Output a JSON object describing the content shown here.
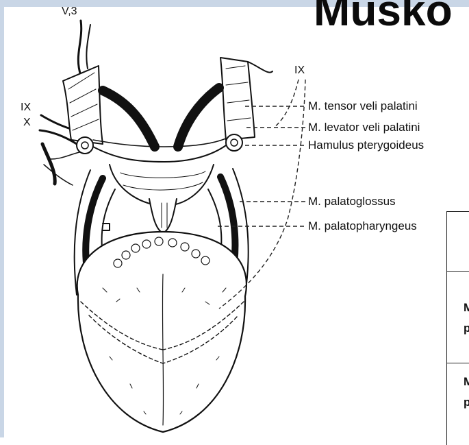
{
  "slide": {
    "title": "Musko"
  },
  "figure": {
    "nerve_labels": {
      "v3": "V,3",
      "ix_left": "IX",
      "x_left": "X",
      "ix_right": "IX"
    },
    "muscle_labels": [
      "M. tensor veli palatini",
      "M. levator veli palatini",
      "Hamulus pterygoideus",
      "M. palatoglossus",
      "M. palatopharyngeus"
    ]
  },
  "table": {
    "cells": [
      "M",
      "p",
      "M",
      "p"
    ]
  }
}
